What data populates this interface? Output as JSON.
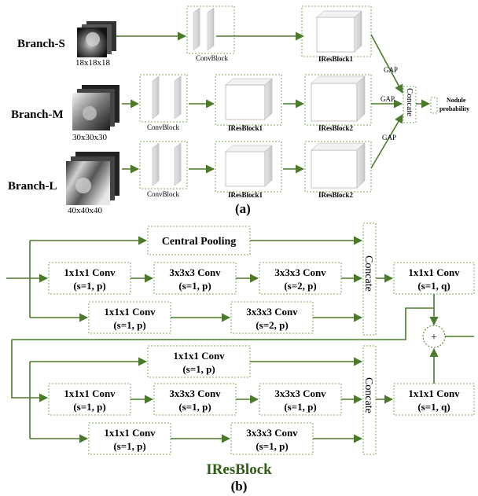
{
  "part_a": {
    "caption": "(a)",
    "branches": [
      {
        "name": "Branch-S",
        "size": "18x18x18"
      },
      {
        "name": "Branch-M",
        "size": "30x30x30"
      },
      {
        "name": "Branch-L",
        "size": "40x40x40"
      }
    ],
    "convblock_label": "ConvBlock",
    "iresblock1_label": "IResBlock1",
    "iresblock2_label": "IResBlock2",
    "gap_label": "GAP",
    "concat_label": "Concate",
    "output_line1": "Nodule",
    "output_line2": "probability"
  },
  "part_b": {
    "title": "IResBlock",
    "caption": "(b)",
    "central_pooling": "Central Pooling",
    "concat_label": "Concate",
    "plus": "+",
    "upper": {
      "row1": [
        {
          "l1": "1x1x1 Conv",
          "l2": "(s=1, p)"
        },
        {
          "l1": "3x3x3 Conv",
          "l2": "(s=1, p)"
        },
        {
          "l1": "3x3x3 Conv",
          "l2": "(s=2, p)"
        }
      ],
      "row2": [
        {
          "l1": "1x1x1 Conv",
          "l2": "(s=1, p)"
        },
        {
          "l1": "3x3x3 Conv",
          "l2": "(s=2, p)"
        }
      ],
      "out": {
        "l1": "1x1x1 Conv",
        "l2": "(s=1, q)"
      }
    },
    "lower": {
      "top": {
        "l1": "1x1x1 Conv",
        "l2": "(s=1, p)"
      },
      "row1": [
        {
          "l1": "1x1x1 Conv",
          "l2": "(s=1, p)"
        },
        {
          "l1": "3x3x3 Conv",
          "l2": "(s=1, p)"
        },
        {
          "l1": "3x3x3 Conv",
          "l2": "(s=1, p)"
        }
      ],
      "row2": [
        {
          "l1": "1x1x1 Conv",
          "l2": "(s=1, p)"
        },
        {
          "l1": "3x3x3 Conv",
          "l2": "(s=1, p)"
        }
      ],
      "out": {
        "l1": "1x1x1 Conv",
        "l2": "(s=1, q)"
      }
    }
  }
}
